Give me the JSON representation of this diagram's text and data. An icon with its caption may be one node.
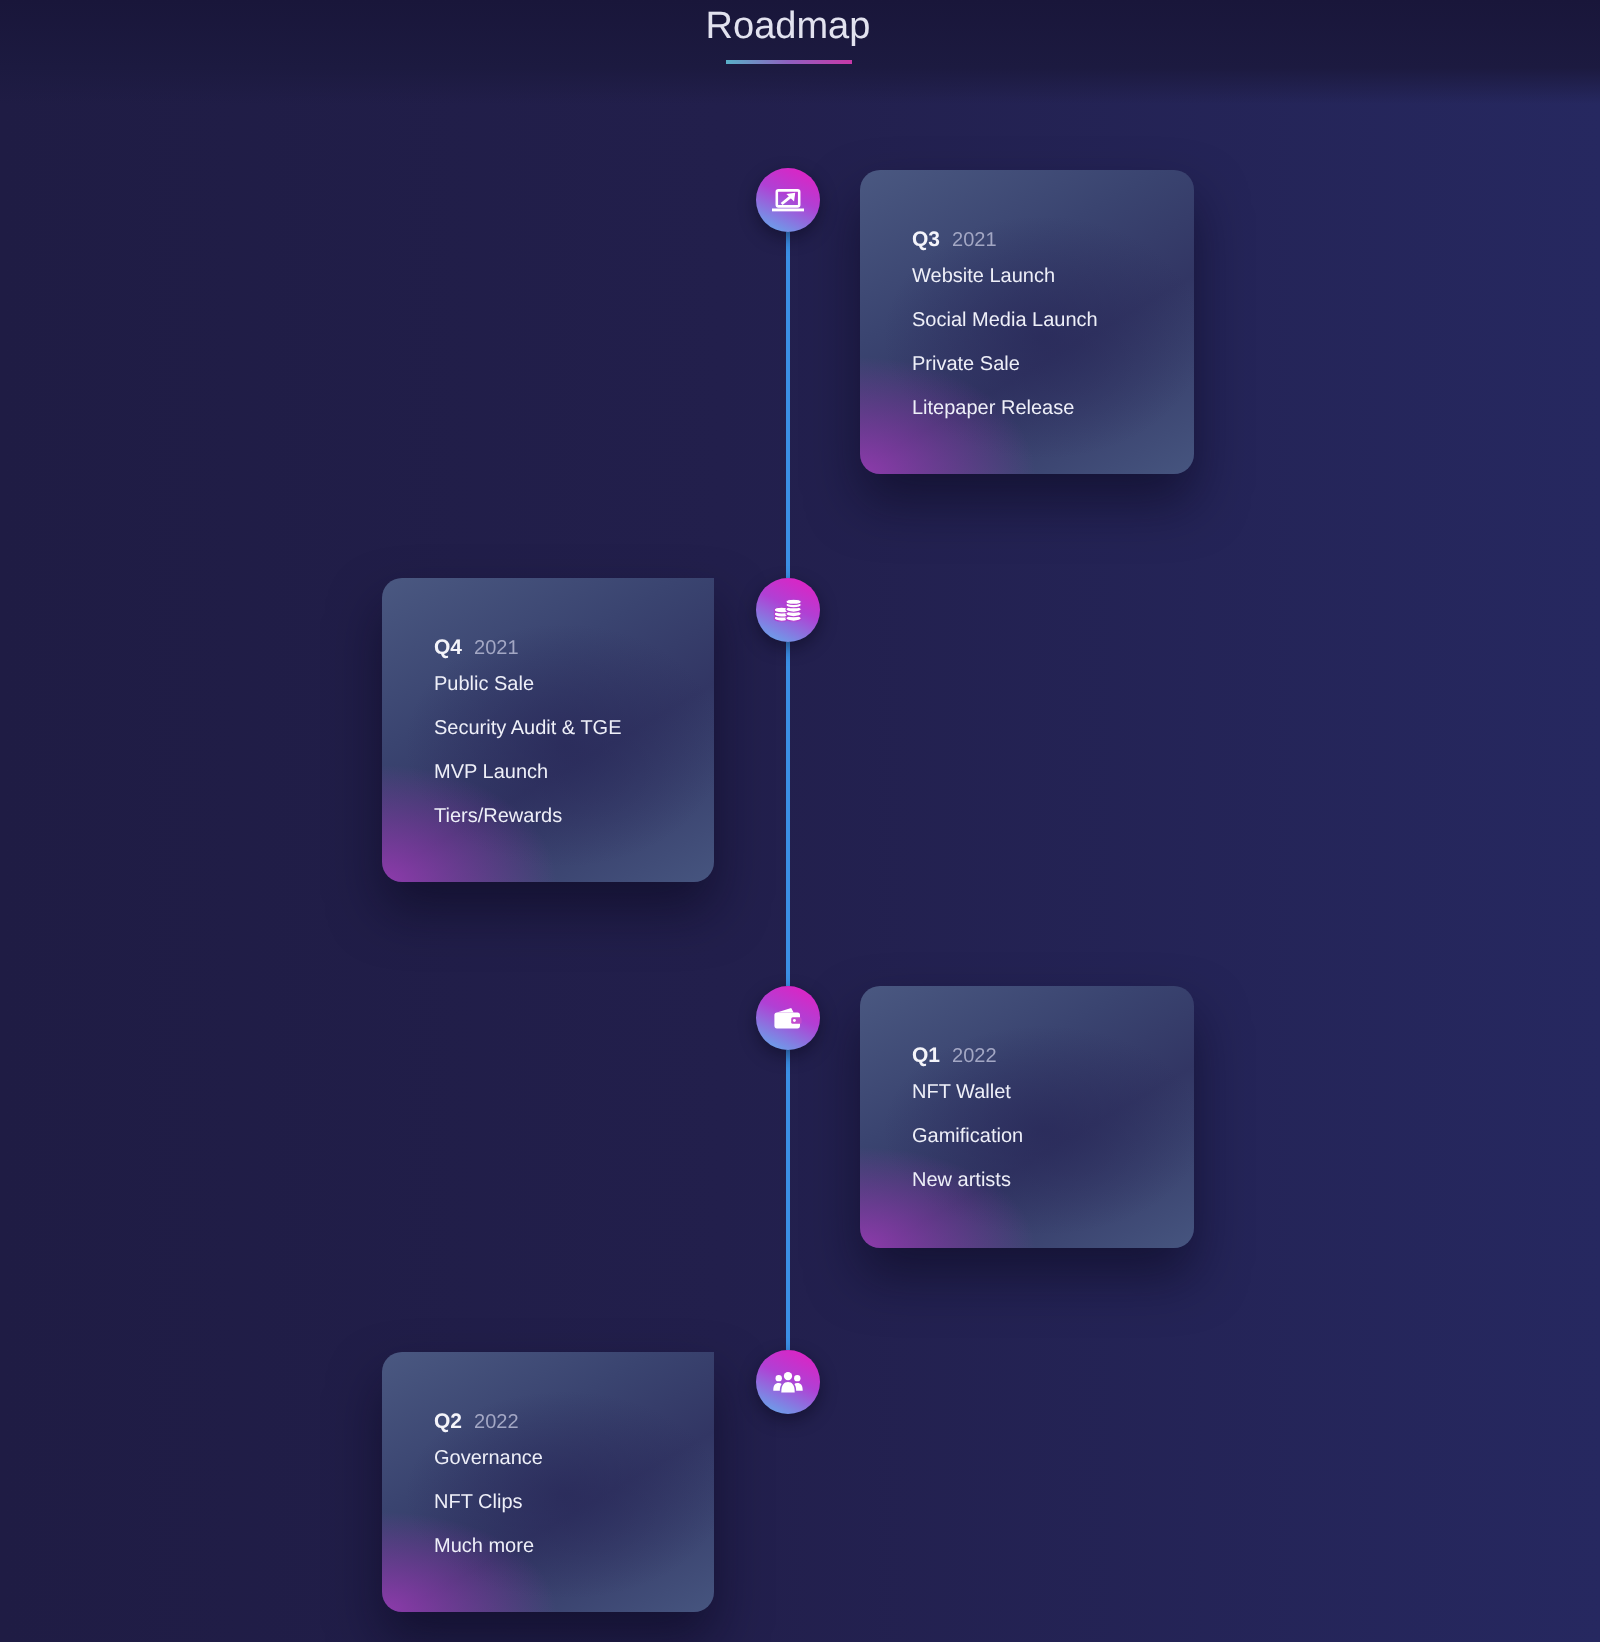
{
  "diagram": {
    "title": "Roadmap",
    "nodes": [
      {
        "text": [],
        "shape": "circle"
      },
      {
        "text": [
          "Q3",
          "2021",
          "Website Launch",
          "Social Media Launch",
          "Private Sale",
          "Litepaper Release"
        ]
      },
      {
        "text": [
          "Q4",
          "2021",
          "Public Sale",
          "Security Audit & TGE",
          "MVP Launch",
          "Tiers/Rewards"
        ]
      },
      {
        "text": [],
        "shape": "circle"
      },
      {
        "text": [],
        "shape": "circle"
      },
      {
        "text": [
          "Q1",
          "2022",
          "NFT Wallet",
          "Gamification",
          "New artists"
        ]
      },
      {
        "text": [
          "Q2",
          "2022",
          "Governance",
          "NFT Clips",
          "Much more"
        ]
      },
      {
        "text": [],
        "shape": "circle"
      }
    ],
    "edges": [
      {
        "from": 0,
        "to": 3,
        "arrow": "none"
      },
      {
        "from": 3,
        "to": 4,
        "arrow": "none"
      },
      {
        "from": 4,
        "to": 7,
        "arrow": "none"
      }
    ]
  }
}
